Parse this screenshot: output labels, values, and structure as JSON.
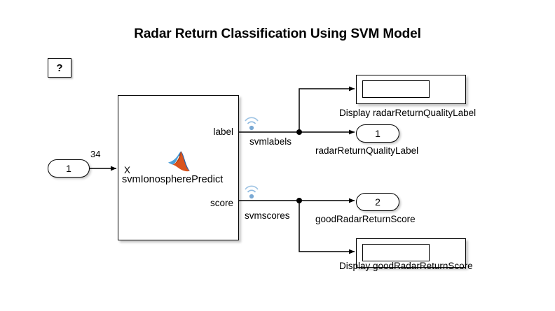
{
  "diagram": {
    "title": "Radar Return Classification Using SVM Model",
    "background_color": "#ffffff",
    "line_color": "#000000",
    "type": "simulink-block-diagram"
  },
  "help_block": {
    "label": "?",
    "name": "help-block"
  },
  "main_block": {
    "name": "svmIonospherePredict",
    "input_port_label": "X",
    "output_port_labels": [
      "label",
      "score"
    ],
    "icon": "matlab-membrane-logo",
    "icon_colors": {
      "blue": "#2e6fb7",
      "light_blue": "#59a4dd",
      "orange": "#d95319",
      "dark_orange": "#a33a10"
    }
  },
  "inports": [
    {
      "number": "1",
      "signal_dimension": "34"
    }
  ],
  "outports": [
    {
      "number": "1",
      "caption": "radarReturnQualityLabel"
    },
    {
      "number": "2",
      "caption": "goodRadarReturnScore"
    }
  ],
  "displays": [
    {
      "caption": "Display radarReturnQualityLabel",
      "value": ""
    },
    {
      "caption": "Display goodRadarReturnScore",
      "value": ""
    }
  ],
  "signals": [
    {
      "label": "svmlabels",
      "source_port": "label",
      "marker": "test-point-icon"
    },
    {
      "label": "svmscores",
      "source_port": "score",
      "marker": "test-point-icon"
    }
  ]
}
